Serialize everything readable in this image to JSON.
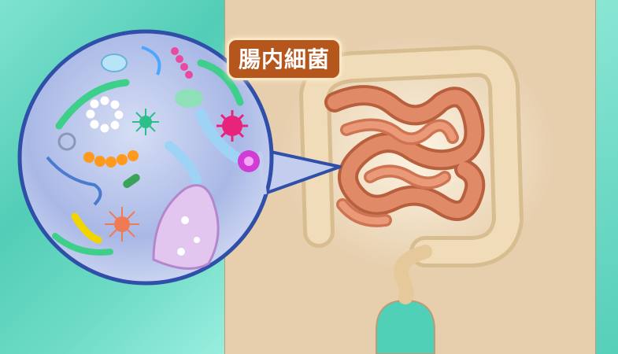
{
  "label": {
    "text": "腸内細菌"
  },
  "colors": {
    "teal": "#53cdb7",
    "body_skin": "#e7cfae",
    "intestine": "#d9805c",
    "colon": "#ecd5b0",
    "magnifier_ring": "#2f4fa8",
    "magnifier_fill": "#b7c4ea",
    "badge": "#b5561d"
  },
  "icons": [
    "magnifier-bubble",
    "bacteria-cluster",
    "intestine",
    "colon"
  ]
}
